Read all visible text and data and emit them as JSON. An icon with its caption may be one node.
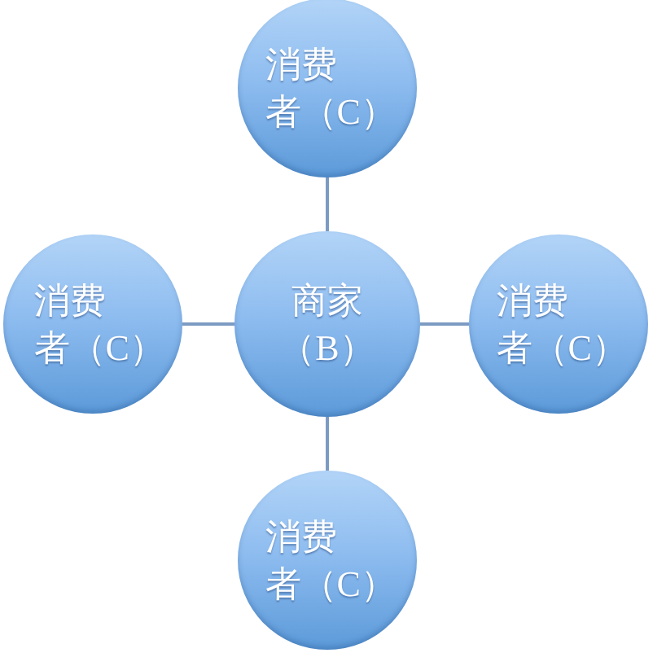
{
  "diagram": {
    "nodes": [
      {
        "text": [
          "消费者（C）"
        ]
      },
      {
        "text": [
          "消费者（C）"
        ]
      },
      {
        "text": [
          "商家（B）"
        ]
      },
      {
        "text": [
          "消费者（C）"
        ]
      },
      {
        "text": [
          "消费者（C）"
        ]
      }
    ],
    "edges": [
      {
        "from": 2,
        "to": 0,
        "arrow": "none"
      },
      {
        "from": 2,
        "to": 1,
        "arrow": "none"
      },
      {
        "from": 2,
        "to": 3,
        "arrow": "none"
      },
      {
        "from": 2,
        "to": 4,
        "arrow": "none"
      }
    ]
  }
}
